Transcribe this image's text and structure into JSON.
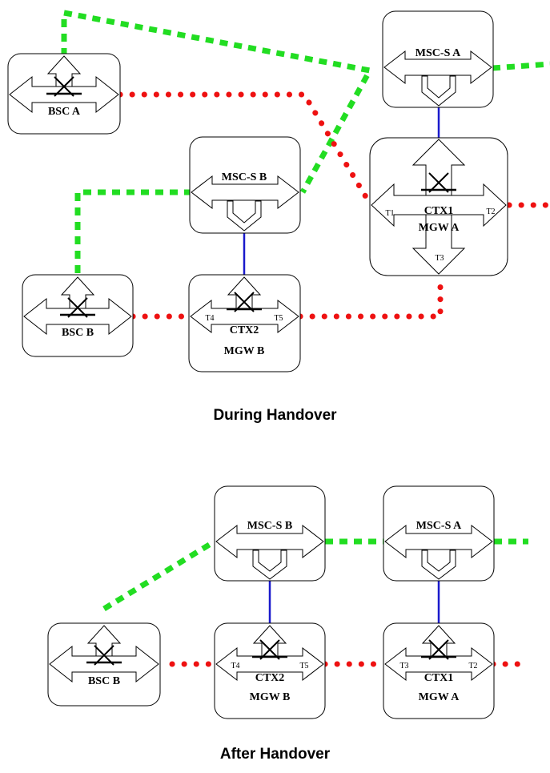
{
  "colors": {
    "signalling": "#22dd22",
    "bearer": "#ee1111",
    "link": "#1a1acc",
    "outline": "#000000"
  },
  "during": {
    "caption": "During Handover",
    "nodes": {
      "bsc_a": {
        "name": "BSC A",
        "icon": "switch-icon"
      },
      "msc_s_a": {
        "name": "MSC-S A",
        "icon": "bidirectional-arrow-icon"
      },
      "msc_s_b": {
        "name": "MSC-S B",
        "icon": "bidirectional-arrow-icon"
      },
      "mgw_a": {
        "context": "CTX1",
        "name": "MGW A",
        "terminations": [
          "T1",
          "T2",
          "T3"
        ],
        "icon": "switch-icon"
      },
      "bsc_b": {
        "name": "BSC B",
        "icon": "switch-icon"
      },
      "mgw_b": {
        "context": "CTX2",
        "name": "MGW B",
        "terminations": [
          "T4",
          "T5"
        ],
        "icon": "switch-icon"
      }
    }
  },
  "after": {
    "caption": "After Handover",
    "nodes": {
      "msc_s_b": {
        "name": "MSC-S B",
        "icon": "bidirectional-arrow-icon"
      },
      "msc_s_a": {
        "name": "MSC-S A",
        "icon": "bidirectional-arrow-icon"
      },
      "bsc_b": {
        "name": "BSC B",
        "icon": "switch-icon"
      },
      "mgw_b": {
        "context": "CTX2",
        "name": "MGW B",
        "terminations": [
          "T4",
          "T5"
        ],
        "icon": "switch-icon"
      },
      "mgw_a": {
        "context": "CTX1",
        "name": "MGW A",
        "terminations": [
          "T3",
          "T2"
        ],
        "icon": "switch-icon"
      }
    }
  }
}
